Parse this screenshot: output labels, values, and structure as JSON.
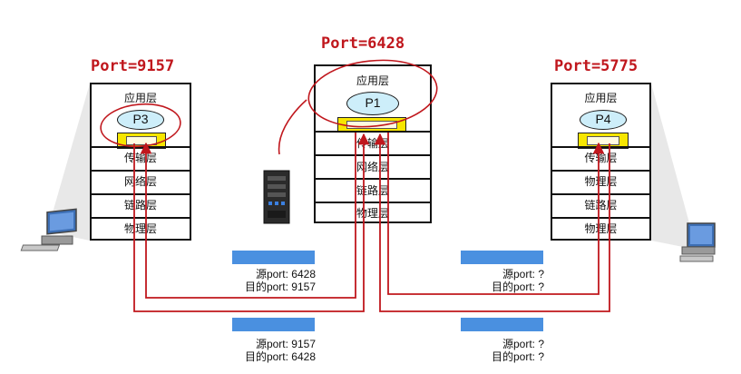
{
  "hosts": {
    "left": {
      "port_title": "Port=9157",
      "app_label": "应用层",
      "process": "P3",
      "layers": [
        "传输层",
        "网络层",
        "链路层",
        "物理层"
      ]
    },
    "center": {
      "port_title": "Port=6428",
      "app_label": "应用层",
      "process": "P1",
      "layers": [
        "传输层",
        "网络层",
        "链路层",
        "物理层"
      ]
    },
    "right": {
      "port_title": "Port=5775",
      "app_label": "应用层",
      "process": "P4",
      "layers": [
        "传输层",
        "物理层",
        "链路层",
        "物理层"
      ]
    }
  },
  "segments": {
    "upper_left": {
      "src": "源port: 6428",
      "dst": "目的port: 9157"
    },
    "lower_left": {
      "src": "源port: 9157",
      "dst": "目的port: 6428"
    },
    "upper_right": {
      "src": "源port: ?",
      "dst": "目的port: ?"
    },
    "lower_right": {
      "src": "源port: ?",
      "dst": "目的port: ?"
    }
  },
  "colors": {
    "arrow": "#c0171d",
    "port_title": "#c0171d",
    "segment": "#4a90e0",
    "socket": "#f7e600",
    "process": "#cdeefa"
  },
  "icons": {
    "left": "desktop-computer-icon",
    "center": "server-tower-icon",
    "right": "desktop-computer-icon"
  }
}
